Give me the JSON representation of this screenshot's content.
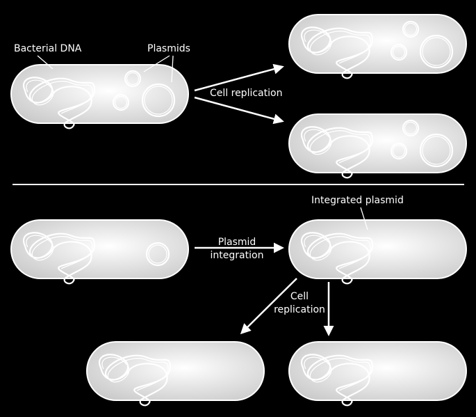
{
  "labels": {
    "bacterial_dna": "Bacterial DNA",
    "plasmids": "Plasmids",
    "cell_replication_top": "Cell replication",
    "integrated_plasmid": "Integrated plasmid",
    "plasmid": "Plasmid",
    "integration": "integration",
    "cell": "Cell",
    "replication": "replication"
  },
  "colors": {
    "background": "#000000",
    "cell_fill_light": "#ffffff",
    "cell_fill_dark": "#c8c8c8",
    "outline": "#ffffff"
  }
}
